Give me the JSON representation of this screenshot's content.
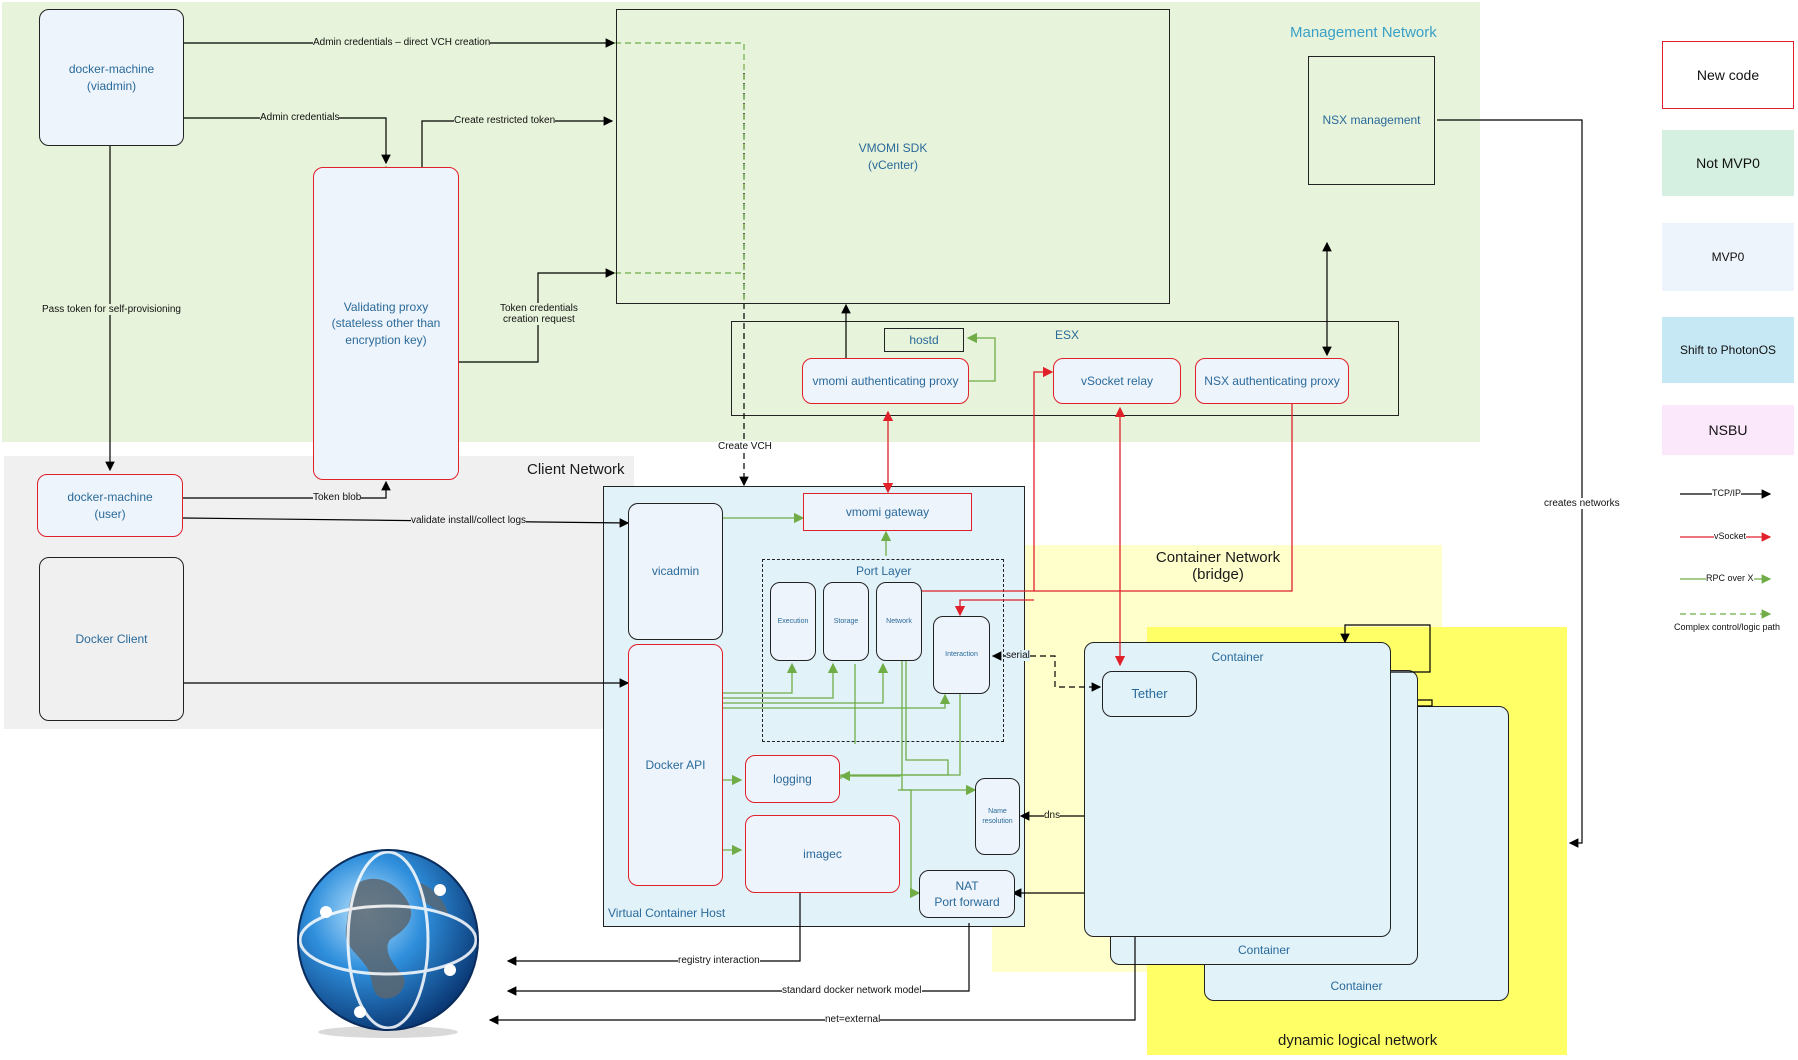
{
  "zones": {
    "management": "Management Network",
    "client": "Client Network",
    "container_network": "Container Network\n(bridge)",
    "dynamic": "dynamic logical network",
    "vch": "Virtual Container Host",
    "esx": "ESX",
    "port_layer": "Port Layer"
  },
  "boxes": {
    "docker_machine_admin": "docker-machine\n(viadmin)",
    "validating_proxy": "Validating proxy\n(stateless other than\nencryption key)",
    "vmomi_sdk": "VMOMI SDK\n(vCenter)",
    "nsx_management": "NSX management",
    "hostd": "hostd",
    "vmomi_auth_proxy": "vmomi authenticating proxy",
    "vsocket_relay": "vSocket relay",
    "nsx_auth_proxy": "NSX authenticating proxy",
    "docker_machine_user": "docker-machine\n(user)",
    "docker_client": "Docker Client",
    "vmomi_gateway": "vmomi gateway",
    "vicadmin": "vicadmin",
    "docker_api": "Docker API",
    "execution": "Execution",
    "storage": "Storage",
    "network": "Network",
    "interaction": "Interaction",
    "logging": "logging",
    "imagec": "imagec",
    "name_resolution": "Name\nresolution",
    "nat": "NAT\nPort forward",
    "container_front": "Container",
    "container_mid": "Container",
    "container_back": "Container",
    "tether": "Tether"
  },
  "edges": {
    "admin_direct": "Admin credentials – direct VCH creation",
    "admin_creds": "Admin credentials",
    "create_restricted": "Create restricted token",
    "pass_token": "Pass token for self-provisioning",
    "token_creds": "Token credentials\ncreation request",
    "create_vch": "Create VCH",
    "token_blob": "Token blob",
    "validate_install": "validate install/collect logs",
    "creates_networks": "creates networks",
    "serial": "serial",
    "dns": "dns",
    "registry": "registry interaction",
    "std_docker": "standard docker network model",
    "net_external": "net=external"
  },
  "legend": {
    "new_code": "New code",
    "not_mvp0": "Not MVP0",
    "mvp0": "MVP0",
    "shift_photon": "Shift to PhotonOS",
    "nsbu": "NSBU",
    "tcpip": "TCP/IP",
    "vsocket": "vSocket",
    "rpc": "RPC over X",
    "complex": "Complex control/logic path"
  },
  "colors": {
    "management_bg": "#e7f3da",
    "client_bg": "#f0f0f0",
    "container_net_bg": "#ffffcc",
    "dynamic_bg": "#ffff66",
    "vch_bg": "#e1f2f9",
    "mvp0": "#eef4fb",
    "not_mvp0": "#d5efe1",
    "shift_photon": "#c6e8f5",
    "nsbu": "#fbe8fb",
    "tcpip_line": "#000000",
    "vsocket_line": "#e0202a",
    "rpc_line": "#70ad47"
  },
  "icons": [
    "globe-icon"
  ]
}
